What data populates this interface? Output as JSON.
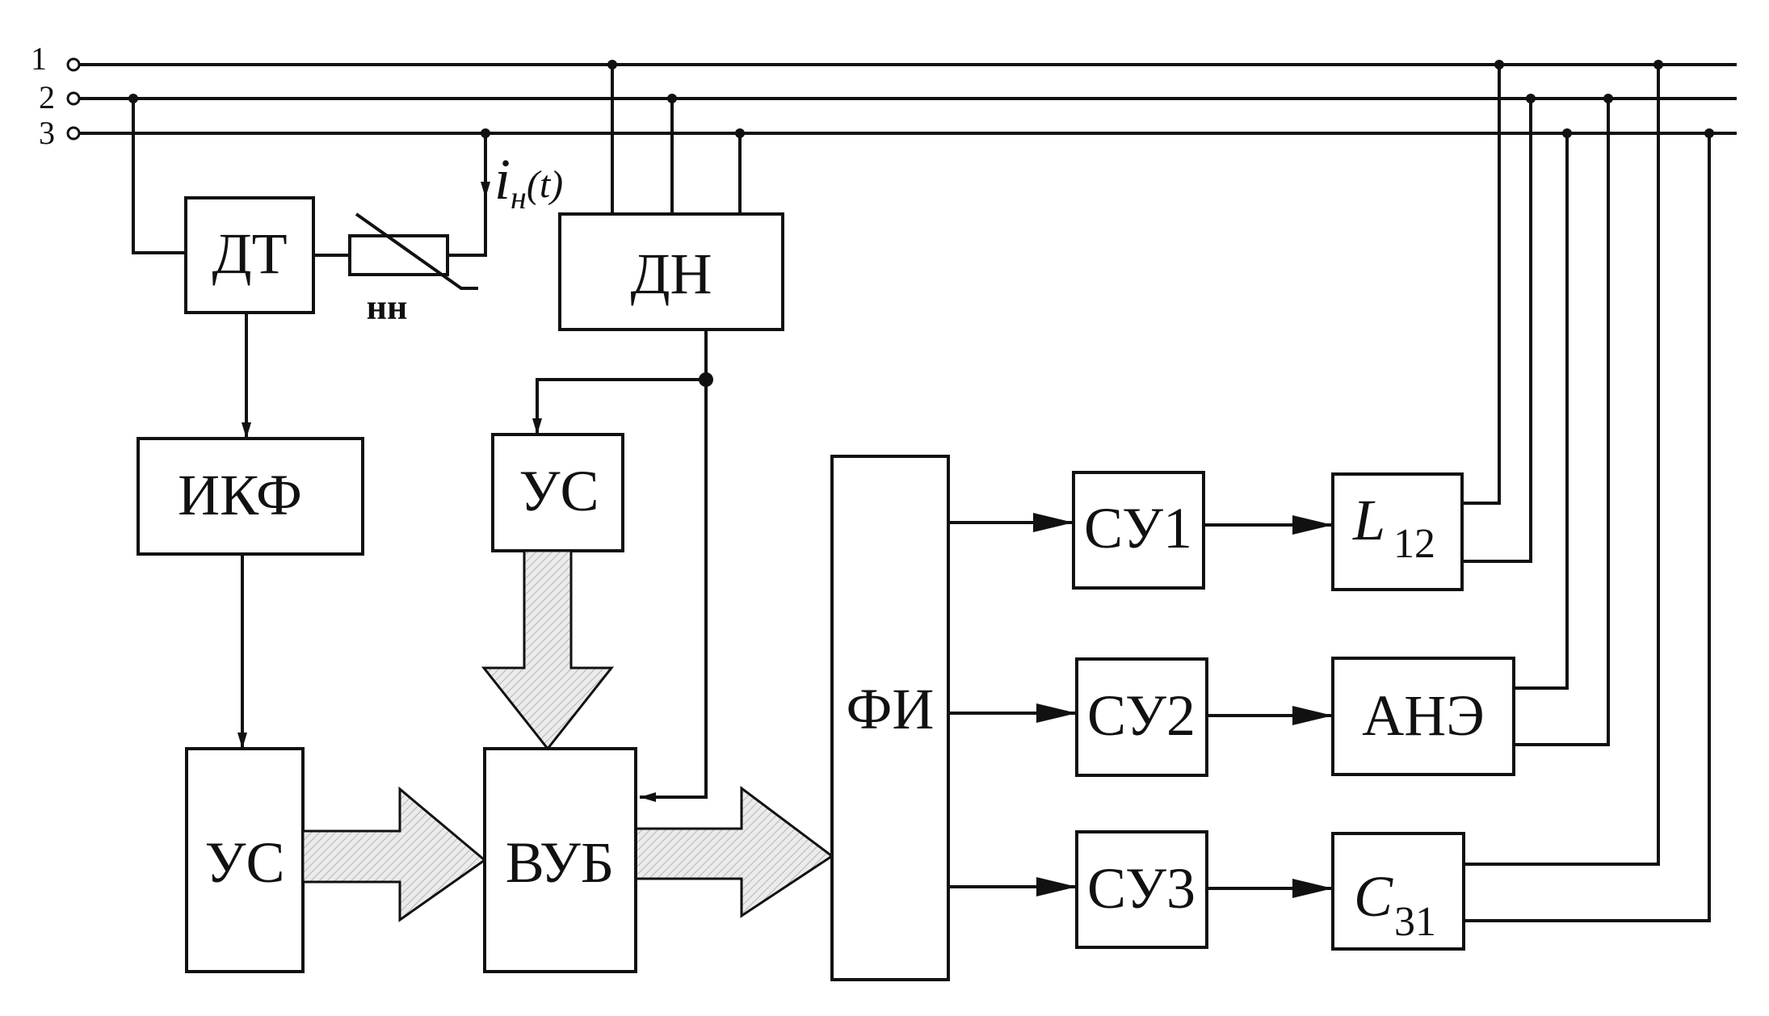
{
  "terminals": [
    "1",
    "2",
    "3"
  ],
  "current_label": {
    "main": "i",
    "sub": "н",
    "suffix": "(t)"
  },
  "varistor_label": "нн",
  "blocks": {
    "dt": "ДТ",
    "dn": "ДН",
    "ikf": "ИКФ",
    "us_top": "УС",
    "us_bottom": "УС",
    "vub": "ВУБ",
    "fi": "ФИ",
    "su1": "СУ1",
    "su2": "СУ2",
    "su3": "СУ3"
  },
  "loads": {
    "l12": {
      "main": "L",
      "sub": "12",
      "color": "#7CF56A"
    },
    "ane": {
      "main": "АНЭ",
      "color": "#FF8243"
    },
    "c31": {
      "main": "C",
      "sub": "31",
      "color": "#87BFF7"
    }
  }
}
